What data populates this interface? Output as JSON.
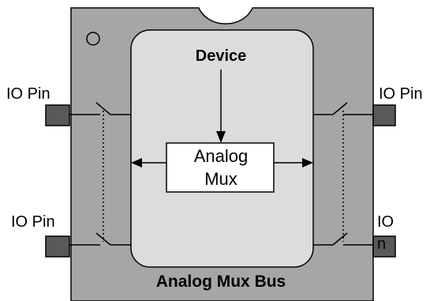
{
  "labels": {
    "device": "Device",
    "mux_line1": "Analog",
    "mux_line2": "Mux",
    "bus": "Analog Mux Bus",
    "pin_top_left": "IO Pin",
    "pin_top_right": "IO Pin",
    "pin_bottom_left": "IO Pin",
    "pin_bottom_right_line1": "IO",
    "pin_bottom_right_line2": "n"
  },
  "colors": {
    "chip_body": "#a6a6a6",
    "device_region": "#dcdcdc",
    "pin": "#595959",
    "stroke": "#000000",
    "background": "#ffffff"
  }
}
